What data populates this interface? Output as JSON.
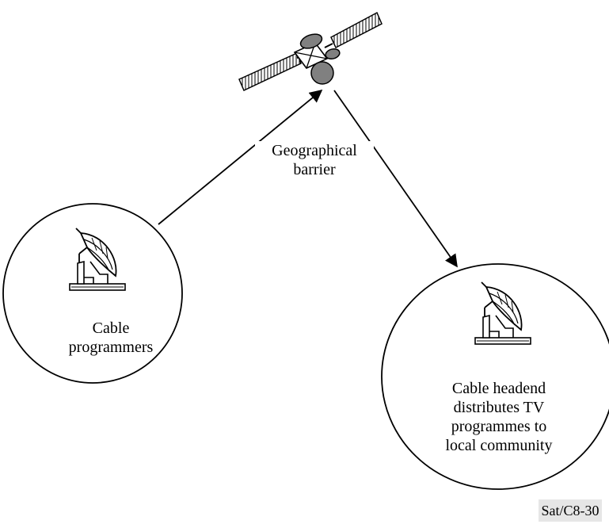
{
  "labels": {
    "barrier": [
      "Geographical",
      "barrier"
    ],
    "programmers": [
      "Cable",
      "programmers"
    ],
    "headend": [
      "Cable headend",
      "distributes TV",
      "programmes to",
      "local community"
    ]
  },
  "reference": "Sat/C8-30",
  "icons": {
    "satellite": "satellite-icon",
    "uplink_dish": "satellite-dish-icon",
    "downlink_dish": "satellite-dish-icon"
  }
}
